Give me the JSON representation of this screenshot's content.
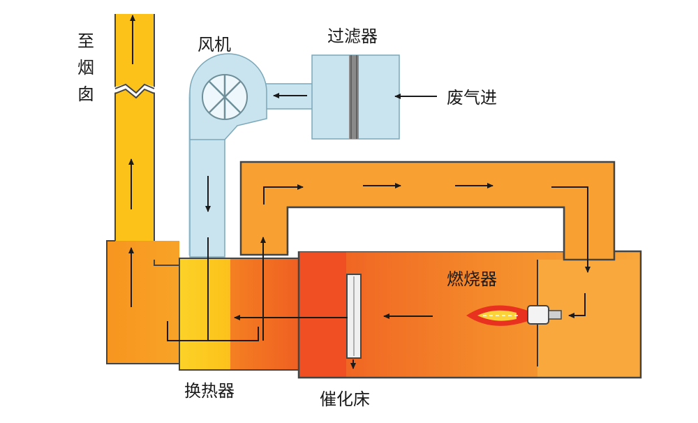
{
  "labels": {
    "chimney": "至烟囱",
    "fan": "风机",
    "filter": "过滤器",
    "exhaust_in": "废气进",
    "burner": "燃烧器",
    "heat_exchanger": "换热器",
    "catalytic_bed": "催化床"
  },
  "colors": {
    "orange": "#f7a23c",
    "deep_orange": "#f26c22",
    "red_orange": "#ef4f22",
    "yellow": "#fcc21a",
    "light_blue": "#c9e4ee",
    "outline": "#444444"
  }
}
